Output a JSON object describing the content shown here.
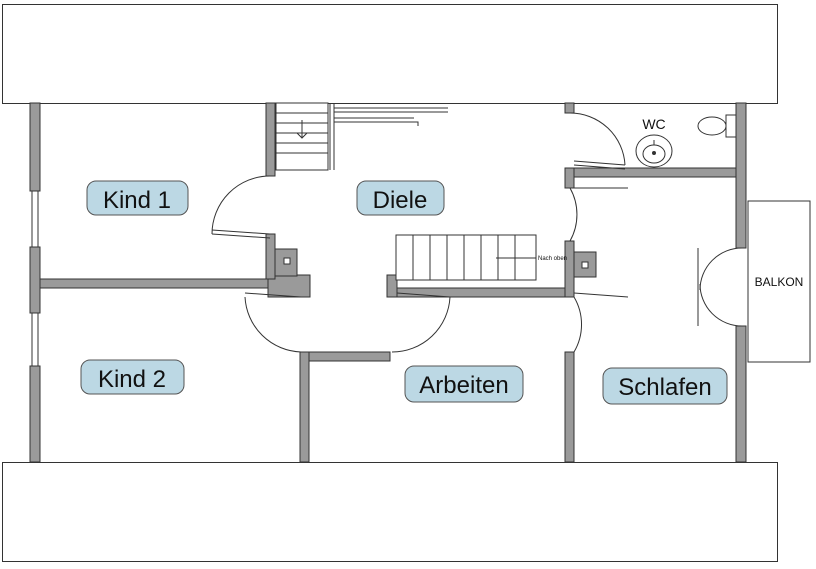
{
  "rooms": {
    "kind1": "Kind 1",
    "diele": "Diele",
    "kind2": "Kind 2",
    "arbeiten": "Arbeiten",
    "schlafen": "Schlafen",
    "wc": "WC",
    "balkon": "BALKON"
  },
  "stairs": {
    "direction_label": "Nach oben"
  },
  "colors": {
    "wall_fill": "#9a9a9a",
    "wall_stroke": "#333333",
    "label_fill": "#bcd8e4",
    "label_stroke": "#555555",
    "line": "#333333"
  }
}
